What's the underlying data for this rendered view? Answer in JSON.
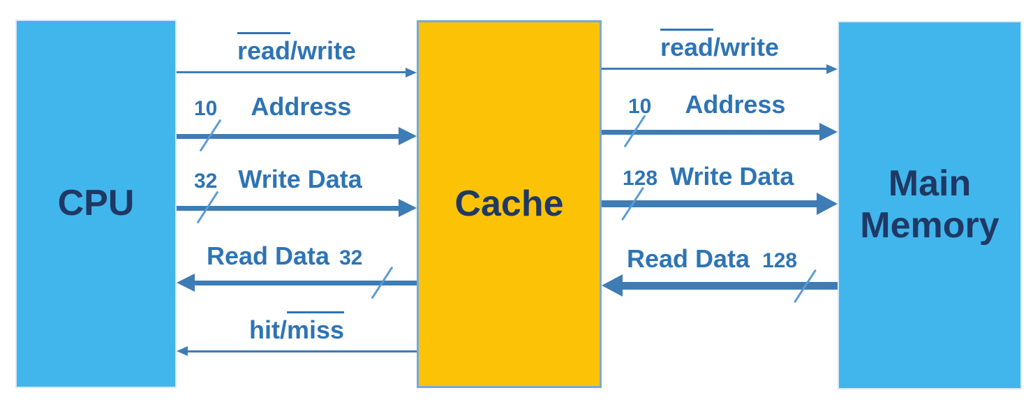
{
  "diagram_type": "cpu-cache-main-memory-block-diagram",
  "colors": {
    "block_blue": "#41B6EC",
    "block_yellow": "#FCC306",
    "block_text_navy": "#1F3864",
    "signal_text_steel_blue": "#2E74B5",
    "arrow_steel_blue": "#3E7CB5"
  },
  "blocks": {
    "cpu": {
      "label": "CPU"
    },
    "cache": {
      "label": "Cache"
    },
    "main_memory": {
      "label_line1": "Main",
      "label_line2": "Memory"
    }
  },
  "cpu_cache_bus": {
    "read_write": {
      "overlined": "read",
      "rest": "/write",
      "direction": "cpu-to-cache"
    },
    "address": {
      "bus_width": "10",
      "label": "Address",
      "direction": "cpu-to-cache"
    },
    "write_data": {
      "bus_width": "32",
      "label": "Write Data",
      "direction": "cpu-to-cache"
    },
    "read_data": {
      "label": "Read Data",
      "bus_width": "32",
      "direction": "cache-to-cpu"
    },
    "hit_miss": {
      "prefix": "hit/",
      "overlined": "miss",
      "direction": "cache-to-cpu"
    }
  },
  "cache_memory_bus": {
    "read_write": {
      "overlined": "read",
      "rest": "/write",
      "direction": "cache-to-memory"
    },
    "address": {
      "bus_width": "10",
      "label": "Address",
      "direction": "cache-to-memory"
    },
    "write_data": {
      "bus_width": "128",
      "label": "Write Data",
      "direction": "cache-to-memory"
    },
    "read_data": {
      "label": "Read Data",
      "bus_width": "128",
      "direction": "memory-to-cache"
    }
  }
}
